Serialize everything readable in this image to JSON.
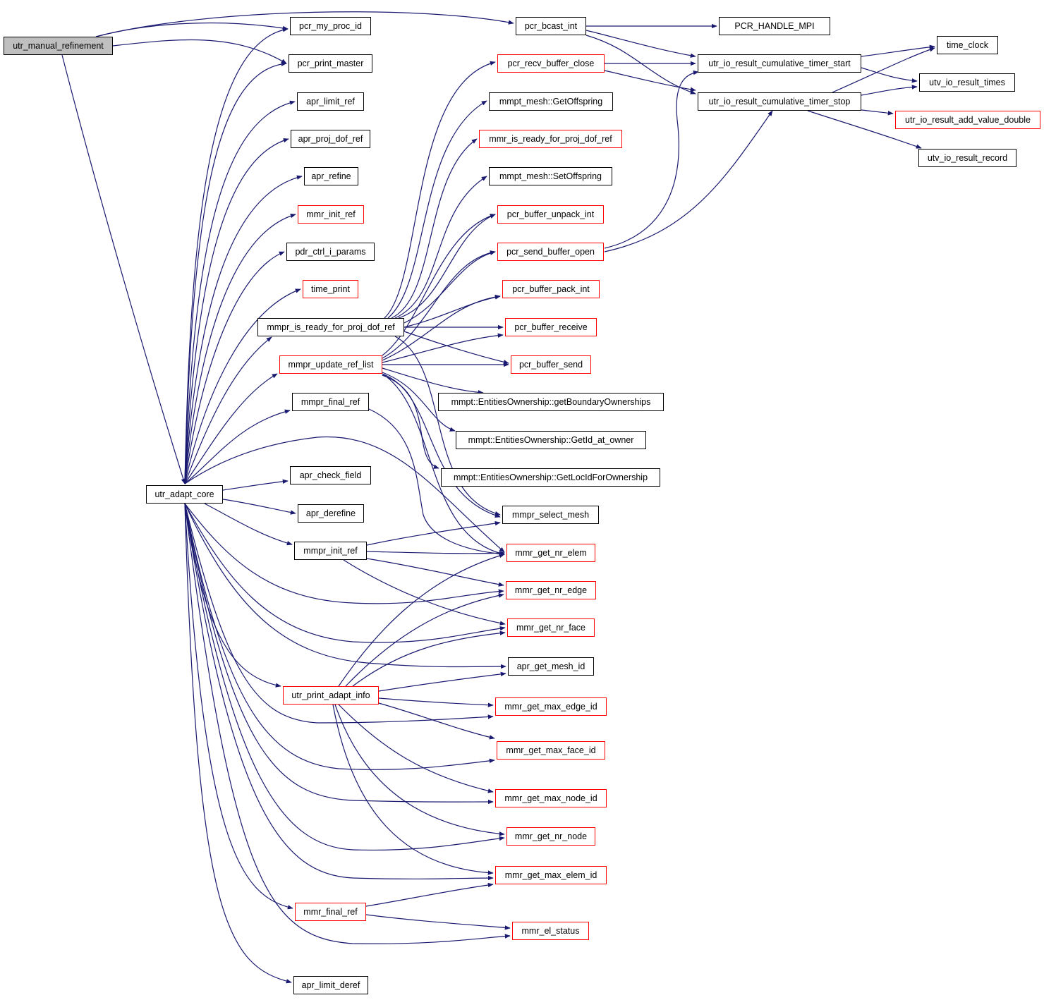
{
  "graph": {
    "edge_color": "#191970",
    "root_fill": "#bfbfbf",
    "red_border": "#ff0000",
    "nodes": [
      {
        "id": "n_root",
        "label": "utr_manual_refinement",
        "border": "black",
        "root": true
      },
      {
        "id": "n_myproc",
        "label": "pcr_my_proc_id",
        "border": "black"
      },
      {
        "id": "n_printmaster",
        "label": "pcr_print_master",
        "border": "black"
      },
      {
        "id": "n_limitref",
        "label": "apr_limit_ref",
        "border": "black"
      },
      {
        "id": "n_projdofref",
        "label": "apr_proj_dof_ref",
        "border": "black"
      },
      {
        "id": "n_refine",
        "label": "apr_refine",
        "border": "black"
      },
      {
        "id": "n_mmrinitref",
        "label": "mmr_init_ref",
        "border": "red"
      },
      {
        "id": "n_pdrctrl",
        "label": "pdr_ctrl_i_params",
        "border": "black"
      },
      {
        "id": "n_timeprint",
        "label": "time_print",
        "border": "red"
      },
      {
        "id": "n_mmprready",
        "label": "mmpr_is_ready_for_proj_dof_ref",
        "border": "black"
      },
      {
        "id": "n_mmprupdate",
        "label": "mmpr_update_ref_list",
        "border": "red"
      },
      {
        "id": "n_mmprfinal",
        "label": "mmpr_final_ref",
        "border": "black"
      },
      {
        "id": "n_checkfield",
        "label": "apr_check_field",
        "border": "black"
      },
      {
        "id": "n_adaptcore",
        "label": "utr_adapt_core",
        "border": "black"
      },
      {
        "id": "n_derefine",
        "label": "apr_derefine",
        "border": "black"
      },
      {
        "id": "n_mmprinit",
        "label": "mmpr_init_ref",
        "border": "black"
      },
      {
        "id": "n_printadapt",
        "label": "utr_print_adapt_info",
        "border": "red"
      },
      {
        "id": "n_mmrfinal",
        "label": "mmr_final_ref",
        "border": "red"
      },
      {
        "id": "n_limitderef",
        "label": "apr_limit_deref",
        "border": "black"
      },
      {
        "id": "n_bcast",
        "label": "pcr_bcast_int",
        "border": "black"
      },
      {
        "id": "n_recvclose",
        "label": "pcr_recv_buffer_close",
        "border": "red"
      },
      {
        "id": "n_getoff",
        "label": "mmpt_mesh::GetOffspring",
        "border": "black"
      },
      {
        "id": "n_mmrready",
        "label": "mmr_is_ready_for_proj_dof_ref",
        "border": "red"
      },
      {
        "id": "n_setoff",
        "label": "mmpt_mesh::SetOffspring",
        "border": "black"
      },
      {
        "id": "n_unpack",
        "label": "pcr_buffer_unpack_int",
        "border": "red"
      },
      {
        "id": "n_sendopen",
        "label": "pcr_send_buffer_open",
        "border": "red"
      },
      {
        "id": "n_pack",
        "label": "pcr_buffer_pack_int",
        "border": "red"
      },
      {
        "id": "n_receive",
        "label": "pcr_buffer_receive",
        "border": "red"
      },
      {
        "id": "n_send",
        "label": "pcr_buffer_send",
        "border": "red"
      },
      {
        "id": "n_getbound",
        "label": "mmpt::EntitiesOwnership::getBoundaryOwnerships",
        "border": "black"
      },
      {
        "id": "n_getidowner",
        "label": "mmpt::EntitiesOwnership::GetId_at_owner",
        "border": "black"
      },
      {
        "id": "n_getlocid",
        "label": "mmpt::EntitiesOwnership::GetLocIdForOwnership",
        "border": "black"
      },
      {
        "id": "n_selectmesh",
        "label": "mmpr_select_mesh",
        "border": "black"
      },
      {
        "id": "n_nrelem",
        "label": "mmr_get_nr_elem",
        "border": "red"
      },
      {
        "id": "n_nredge",
        "label": "mmr_get_nr_edge",
        "border": "red"
      },
      {
        "id": "n_nrface",
        "label": "mmr_get_nr_face",
        "border": "red"
      },
      {
        "id": "n_meshid",
        "label": "apr_get_mesh_id",
        "border": "black"
      },
      {
        "id": "n_maxedge",
        "label": "mmr_get_max_edge_id",
        "border": "red"
      },
      {
        "id": "n_maxface",
        "label": "mmr_get_max_face_id",
        "border": "red"
      },
      {
        "id": "n_maxnode",
        "label": "mmr_get_max_node_id",
        "border": "red"
      },
      {
        "id": "n_nrnode",
        "label": "mmr_get_nr_node",
        "border": "red"
      },
      {
        "id": "n_maxelem",
        "label": "mmr_get_max_elem_id",
        "border": "red"
      },
      {
        "id": "n_elstatus",
        "label": "mmr_el_status",
        "border": "red"
      },
      {
        "id": "n_handlempi",
        "label": "PCR_HANDLE_MPI",
        "border": "black"
      },
      {
        "id": "n_timerstart",
        "label": "utr_io_result_cumulative_timer_start",
        "border": "black"
      },
      {
        "id": "n_timerstop",
        "label": "utr_io_result_cumulative_timer_stop",
        "border": "black"
      },
      {
        "id": "n_timeclock",
        "label": "time_clock",
        "border": "black"
      },
      {
        "id": "n_times",
        "label": "utv_io_result_times",
        "border": "black"
      },
      {
        "id": "n_adddouble",
        "label": "utr_io_result_add_value_double",
        "border": "red"
      },
      {
        "id": "n_record",
        "label": "utv_io_result_record",
        "border": "black"
      }
    ]
  }
}
